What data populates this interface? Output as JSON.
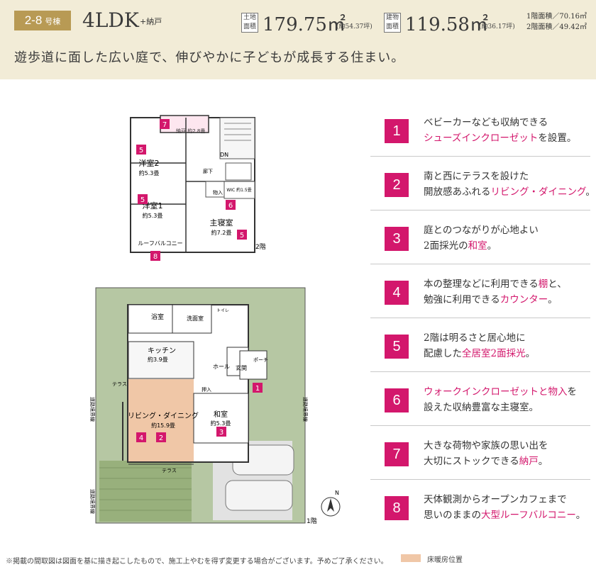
{
  "header": {
    "plan_number": "2-8",
    "plan_number_suffix": "号棟",
    "layout_type": "4LDK",
    "layout_extra": "+納戸",
    "land_tag": "土地面積",
    "land_area": "179.75㎡",
    "land_tsubo": "(約54.37坪)",
    "building_tag": "建物面積",
    "building_area": "119.58㎡",
    "building_tsubo": "(約36.17坪)",
    "floor1_area": "1階面積／70.16㎡",
    "floor2_area": "2階面積／49.42㎡"
  },
  "tagline": "遊歩道に面した広い庭で、伸びやかに子どもが成長する住まい。",
  "features": [
    {
      "num": "1",
      "line1": "ベビーカーなども収納できる",
      "line2_pre": "",
      "line2_hl": "シューズインクローゼット",
      "line2_post": "を設置。"
    },
    {
      "num": "2",
      "line1": "南と西にテラスを設けた",
      "line2_pre": "開放感あふれる",
      "line2_hl": "リビング・ダイニング",
      "line2_post": "。"
    },
    {
      "num": "3",
      "line1": "庭とのつながりが心地よい",
      "line2_pre": "2面採光の",
      "line2_hl": "和室",
      "line2_post": "。"
    },
    {
      "num": "4",
      "line1_pre": "本の整理などに利用できる",
      "line1_hl": "棚",
      "line1_post": "と、",
      "line2_pre": "勉強に利用できる",
      "line2_hl": "カウンター",
      "line2_post": "。"
    },
    {
      "num": "5",
      "line1": "2階は明るさと居心地に",
      "line2_pre": "配慮した",
      "line2_hl": "全居室2面採光",
      "line2_post": "。"
    },
    {
      "num": "6",
      "line1_pre": "",
      "line1_hl": "ウォークインクローゼットと物入",
      "line1_post": "を",
      "line2_pre": "設えた収納豊富な主寝室。",
      "line2_hl": "",
      "line2_post": ""
    },
    {
      "num": "7",
      "line1": "大きな荷物や家族の思い出を",
      "line2_pre": "大切にストックできる",
      "line2_hl": "納戸",
      "line2_post": "。"
    },
    {
      "num": "8",
      "line1": "天体観測からオープンカフェまで",
      "line2_pre": "思いのままの",
      "line2_hl": "大型ルーフバルコニー",
      "line2_post": "。"
    }
  ],
  "floor2": {
    "storage": "納戸\n約2.8畳",
    "room_yo2": "洋室2",
    "room_yo2_size": "約5.3畳",
    "room_yo1": "洋室1",
    "room_yo1_size": "約5.3畳",
    "master": "主寝室",
    "master_size": "約7.2畳",
    "wic": "ウォークイン\nクローゼット\n約1.5畳",
    "hall": "廊下",
    "closet": "物入",
    "balcony": "ルーフバルコニー",
    "floor_label": "2階",
    "markers": [
      "7",
      "5",
      "5",
      "6",
      "5",
      "8"
    ]
  },
  "floor1": {
    "bath": "浴室",
    "washroom": "洗面室",
    "kitchen": "キッチン",
    "kitchen_size": "約3.9畳",
    "living": "リビング・ダイニング",
    "living_size": "約15.9畳",
    "washitsu": "和室",
    "washitsu_size": "約5.3畳",
    "hall": "ホール",
    "entrance": "玄関",
    "porch": "ポーチ",
    "terrace": "テラス",
    "closet": "押入",
    "toilet": "トイレ",
    "road_west": "道路境界線",
    "road_east": "道路境界線",
    "road_sw": "道路境界線",
    "floor_label": "1階",
    "north": "N",
    "markers": [
      "1",
      "4",
      "2",
      "3"
    ]
  },
  "footer": {
    "note": "※掲載の間取図は図面を基に描き起こしたもので、施工上やむを得ず変更する場合がございます。予めご了承ください。",
    "legend": "床暖房位置"
  },
  "colors": {
    "accent": "#d3176c",
    "band": "#f2ecd7",
    "badge": "#b89a54",
    "floor_heat": "#f0c7a7",
    "garden": "#8fa872"
  }
}
